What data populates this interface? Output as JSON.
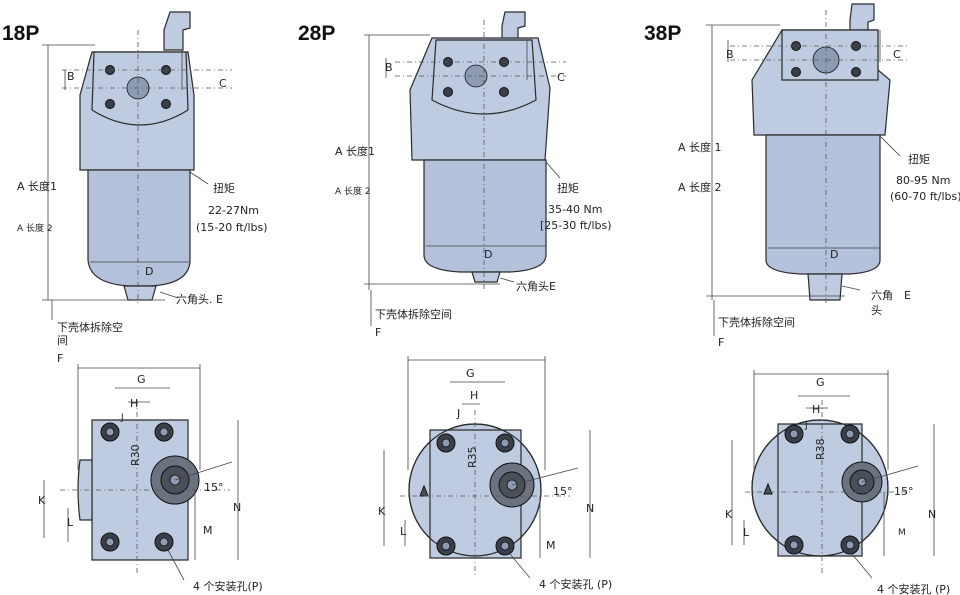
{
  "models": [
    {
      "title": "18P",
      "labels": {
        "B": "B",
        "C": "C",
        "length1": "A  长度1",
        "length2": "A  长度 2",
        "torque_title": "扭矩",
        "torque_nm": "22-27Nm",
        "torque_ft": "(15-20 ft/lbs)",
        "D": "D",
        "hex": "六角头. E",
        "removal_line1": "下壳体拆除空",
        "removal_line2": "间",
        "F": "F",
        "G": "G",
        "H": "H",
        "J": "J",
        "R": "R30",
        "angle": "15°",
        "K": "K",
        "L": "L",
        "M": "M",
        "N": "N",
        "holes": "4 个安装孔(P)"
      }
    },
    {
      "title": "28P",
      "labels": {
        "B": "B",
        "C": "C",
        "length1": "A  长度1",
        "length2": "A  长度 2",
        "torque_title": "扭矩",
        "torque_nm": "35-40 Nm",
        "torque_ft": "[25-30 ft/lbs)",
        "D": "D",
        "hex": "六角头E",
        "removal_line1": "下壳体拆除空间",
        "removal_line2": "",
        "F": "F",
        "G": "G",
        "H": "H",
        "J": "J",
        "R": "R35",
        "angle": "15°",
        "K": "K",
        "L": "L",
        "M": "M",
        "N": "N",
        "holes": "4 个安装孔 (P)"
      }
    },
    {
      "title": "38P",
      "labels": {
        "B": "B",
        "C": "C",
        "length1": "A  长度  1",
        "length2": "A  长度  2",
        "torque_title": "扭矩",
        "torque_nm": "80-95 Nm",
        "torque_ft": "(60-70 ft/lbs)",
        "D": "D",
        "hex_line1": "六角",
        "hex_line2": "头",
        "hex_E": "E",
        "removal_line1": "下壳体拆除空间",
        "removal_line2": "",
        "F": "F",
        "G": "G",
        "H": "H",
        "J": "J",
        "R": "R38",
        "angle": "15°",
        "K": "K",
        "L": "L",
        "M": "M",
        "N": "N",
        "holes": "4 个安装孔 (P)"
      }
    }
  ]
}
